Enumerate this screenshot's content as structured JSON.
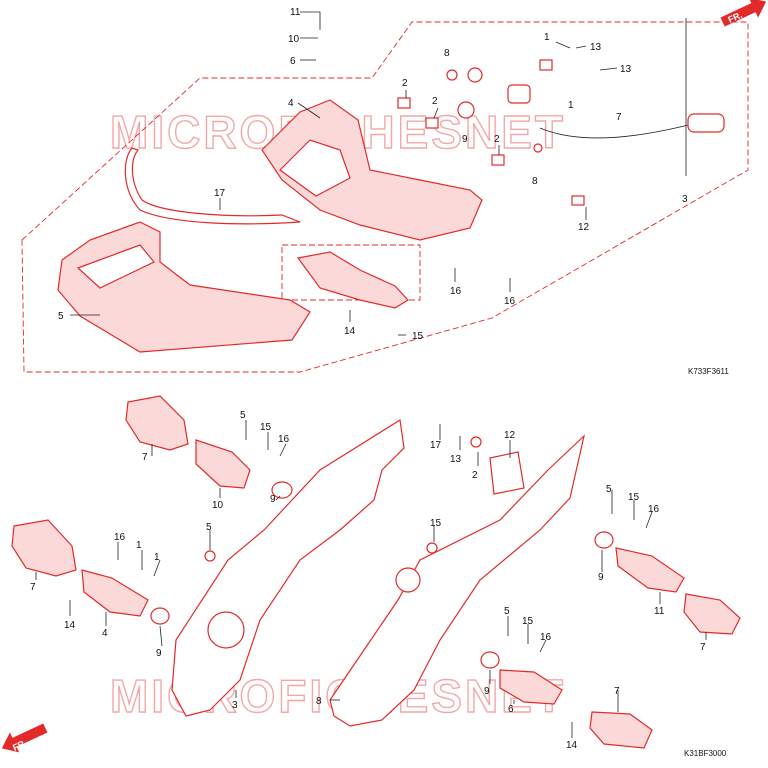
{
  "watermark": {
    "text": "MICROFICHESNET"
  },
  "direction_arrow": {
    "label": "FR.",
    "icon": "front-direction-arrow"
  },
  "diagram_top": {
    "code": "K733F3611",
    "callouts": [
      "11",
      "10",
      "6",
      "4",
      "8",
      "2",
      "2",
      "9",
      "2",
      "1",
      "13",
      "13",
      "1",
      "7",
      "8",
      "3",
      "17",
      "12",
      "5",
      "16",
      "16",
      "14",
      "15"
    ]
  },
  "diagram_bottom": {
    "code": "K31BF3000",
    "callouts": [
      "7",
      "5",
      "15",
      "16",
      "10",
      "9",
      "17",
      "13",
      "2",
      "12",
      "5",
      "15",
      "16",
      "1",
      "1",
      "5",
      "15",
      "16",
      "7",
      "14",
      "4",
      "9",
      "11",
      "9",
      "7",
      "3",
      "8",
      "5",
      "15",
      "16",
      "9",
      "6",
      "7",
      "14"
    ]
  },
  "colors": {
    "line": "#e32a2a",
    "label": "#111111",
    "watermark": "#f3a8a8"
  }
}
